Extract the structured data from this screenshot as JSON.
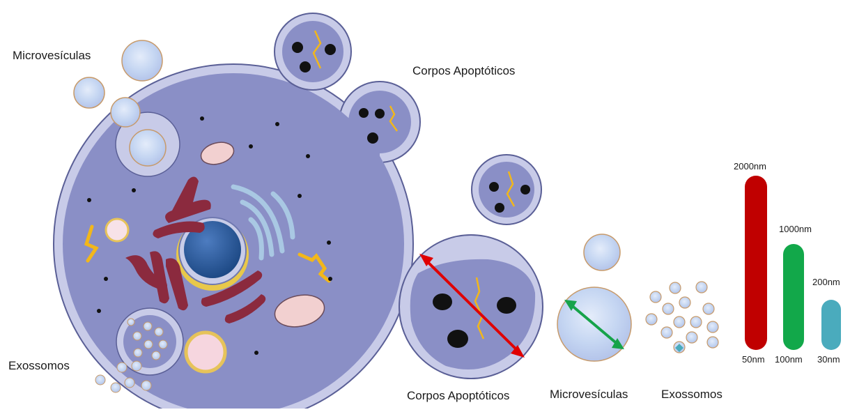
{
  "labels": {
    "microvesiculas_top": "Microvesículas",
    "corpos_top": "Corpos Apoptóticos",
    "exossomos_left": "Exossomos",
    "corpos_bottom": "Corpos Apoptóticos",
    "microvesiculas_bottom": "Microvesículas",
    "exossomos_bottom": "Exossomos"
  },
  "size_scale": {
    "bars": [
      {
        "max_label": "2000nm",
        "min_label": "50nm",
        "color": "#c00000"
      },
      {
        "max_label": "1000nm",
        "min_label": "100nm",
        "color": "#12a84a"
      },
      {
        "max_label": "200nm",
        "min_label": "30nm",
        "color": "#4aabbd"
      }
    ]
  },
  "colors": {
    "cell_fill": "#8a8fc6",
    "cell_border": "#c8cbe8",
    "nucleus": "#2e5a9a",
    "golgi": "#a9c8e3",
    "er": "#8b2a3e",
    "mito": "#f2d0d0",
    "dna": "#f2b71a",
    "vesicle": "#c8d8f0",
    "arrow_red": "#e00000",
    "arrow_green": "#16a34a"
  }
}
